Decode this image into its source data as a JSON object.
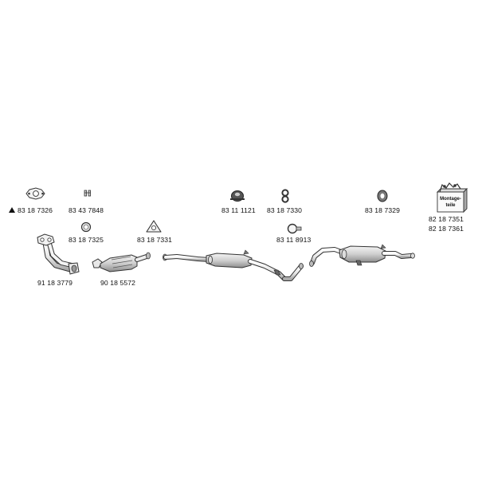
{
  "parts": [
    {
      "id": "front-gasket",
      "number": "83 18 7326",
      "marker": "triangle"
    },
    {
      "id": "bolts",
      "number": "83 43 7848"
    },
    {
      "id": "ring-gasket",
      "number": "83 18 7325"
    },
    {
      "id": "triangle-flange",
      "number": "83 18 7331"
    },
    {
      "id": "front-pipe",
      "number": "91 18 3779"
    },
    {
      "id": "catalytic-converter",
      "number": "90 18 5572"
    },
    {
      "id": "rubber-mount-round",
      "number": "83 11 1121"
    },
    {
      "id": "rubber-mount-figure8",
      "number": "83 18 7330"
    },
    {
      "id": "clamp",
      "number": "83 11 8913"
    },
    {
      "id": "rubber-ring",
      "number": "83 18 7329"
    },
    {
      "id": "mounting-kit-a",
      "number": "82 18 7351"
    },
    {
      "id": "mounting-kit-b",
      "number": "82 18 7361"
    }
  ],
  "mounting_kit_box": {
    "line1": "Montage-",
    "line2": "teile"
  },
  "colors": {
    "stroke": "#333333",
    "fill_light": "#f2f2f2",
    "fill_mid": "#cfcfcf",
    "fill_dark": "#7a7a7a"
  }
}
